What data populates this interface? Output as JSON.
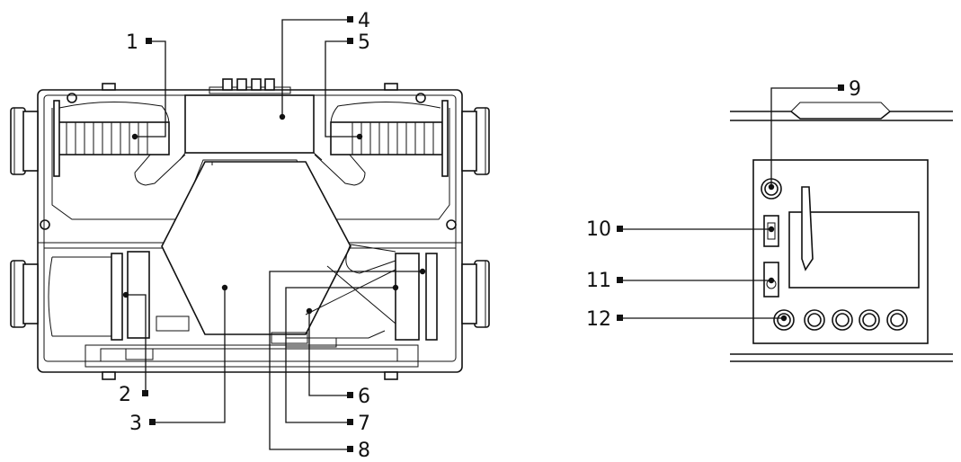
{
  "callouts": [
    {
      "id": "1",
      "label": "1"
    },
    {
      "id": "2",
      "label": "2"
    },
    {
      "id": "3",
      "label": "3"
    },
    {
      "id": "4",
      "label": "4"
    },
    {
      "id": "5",
      "label": "5"
    },
    {
      "id": "6",
      "label": "6"
    },
    {
      "id": "7",
      "label": "7"
    },
    {
      "id": "8",
      "label": "8"
    },
    {
      "id": "9",
      "label": "9"
    },
    {
      "id": "10",
      "label": "10"
    },
    {
      "id": "11",
      "label": "11"
    },
    {
      "id": "12",
      "label": "12"
    }
  ],
  "colors": {
    "line": "#111111",
    "background": "#ffffff"
  }
}
